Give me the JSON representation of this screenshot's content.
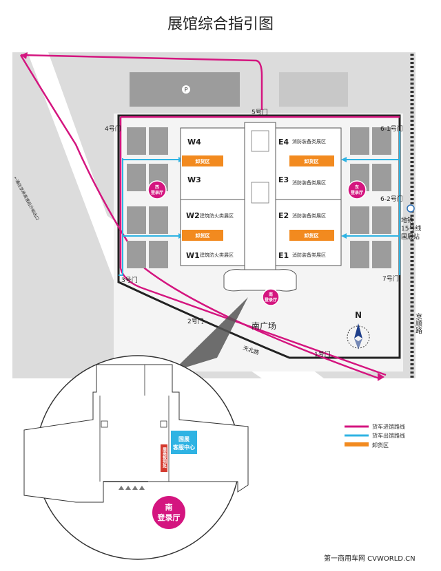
{
  "title": "展馆综合指引图",
  "halls": {
    "w4": {
      "name": "W4",
      "desc": ""
    },
    "w3": {
      "name": "W3",
      "desc": ""
    },
    "w2": {
      "name": "W2",
      "desc": "建筑防火类展区"
    },
    "w1": {
      "name": "W1",
      "desc": "建筑防火类展区"
    },
    "e4": {
      "name": "E4",
      "desc": "消防装备类展区"
    },
    "e3": {
      "name": "E3",
      "desc": "消防装备类展区"
    },
    "e2": {
      "name": "E2",
      "desc": "消防装备类展区"
    },
    "e1": {
      "name": "E1",
      "desc": "消防装备类展区"
    }
  },
  "unloading_label": "卸货区",
  "parking_label": "P",
  "gates": {
    "g1": "1号门",
    "g2": "2号门",
    "g3": "3号门",
    "g4": "4号门",
    "g5": "5号门",
    "g61": "6-1号门",
    "g62": "6-2号门",
    "g7": "7号门"
  },
  "registration": {
    "west_line1": "西",
    "west_line2": "登录厅",
    "east_line1": "东",
    "east_line2": "登录厅",
    "south_line1": "南",
    "south_line2": "登录厅",
    "south_big_line1": "南",
    "south_big_line2": "登录厅"
  },
  "south_plaza": "南广场",
  "roads": {
    "tianbei": "天北路",
    "jingshun": "京顺路",
    "airport_expressway": "←通往京承高速后沙峪出口"
  },
  "subway": {
    "line1": "地铁",
    "line2": "15号线",
    "line3": "国展站"
  },
  "north_label": "N",
  "detail": {
    "service_center_line1": "国展",
    "service_center_line2": "客服中心",
    "exhibitor_service": "展商报到处"
  },
  "legend": [
    {
      "label": "货车进馆路线",
      "color": "#d4157f"
    },
    {
      "label": "货车出馆路线",
      "color": "#2fb3e3"
    },
    {
      "label": "卸货区",
      "color": "#f28a1f"
    }
  ],
  "colors": {
    "entry_route": "#d4157f",
    "exit_route": "#2fb3e3",
    "unloading": "#f28a1f",
    "parking": "#9c9c9c",
    "block": "#d2d2d2"
  },
  "watermark": "第一商用车网 CVWORLD.CN"
}
